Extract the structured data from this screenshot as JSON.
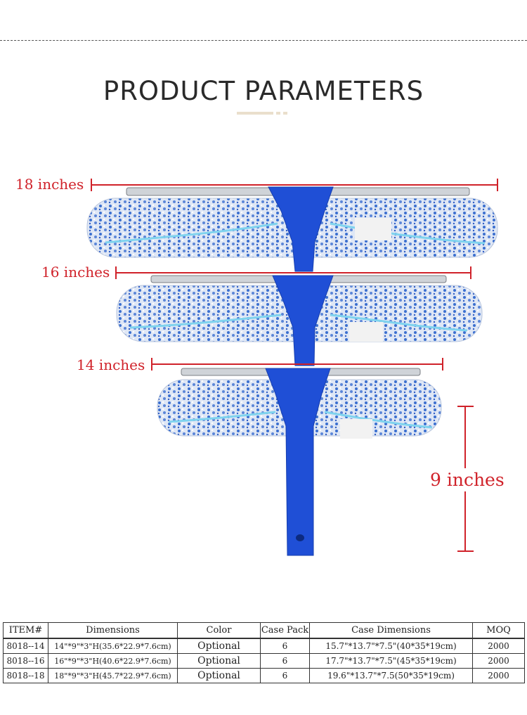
{
  "title": "PRODUCT PARAMETERS",
  "colors": {
    "measure": "#d0222a",
    "handle": "#1f4fd6",
    "mop": "#3a6fd0"
  },
  "dimensions": {
    "w18": "18 inches",
    "w16": "16 inches",
    "w14": "14 inches",
    "h9": "9 inches"
  },
  "table": {
    "headers": [
      "ITEM#",
      "Dimensions",
      "Color",
      "Case Pack",
      "Case Dimensions",
      "MOQ"
    ],
    "rows": [
      [
        "8018--14",
        "14\"*9\"*3\"H(35.6*22.9*7.6cm)",
        "Optional",
        "6",
        "15.7\"*13.7\"*7.5\"(40*35*19cm)",
        "2000"
      ],
      [
        "8018--16",
        "16\"*9\"*3\"H(40.6*22.9*7.6cm)",
        "Optional",
        "6",
        "17.7\"*13.7\"*7.5\"(45*35*19cm)",
        "2000"
      ],
      [
        "8018--18",
        "18\"*9\"*3\"H(45.7*22.9*7.6cm)",
        "Optional",
        "6",
        "19.6\"*13.7\"*7.5(50*35*19cm)",
        "2000"
      ]
    ]
  }
}
